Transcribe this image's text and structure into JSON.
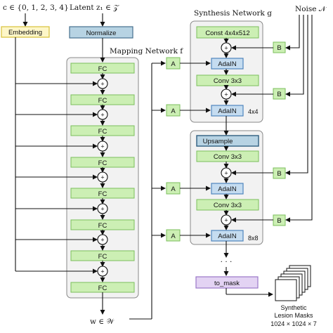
{
  "labels": {
    "class_input": "c ∈ {0, 1, 2, 3, 4}",
    "latent_input": "Latent z₁ ∈ 𝒵",
    "mapping_title": "Mapping Network f",
    "synthesis_title": "Synthesis Network g",
    "noise": "Noise 𝒩",
    "w_output": "w ∈ 𝒲",
    "output_caption_line1": "Synthetic",
    "output_caption_line2": "Lesion Masks",
    "output_caption_line3": "1024 × 1024 × 7",
    "ellipsis": "· · ·"
  },
  "boxes": {
    "embedding": "Embedding",
    "normalize": "Normalize",
    "fc": "FC",
    "const": "Const 4x4x512",
    "adain": "AdaIN",
    "conv": "Conv 3x3",
    "upsample": "Upsample",
    "to_mask": "to_mask",
    "affine": "A",
    "noise_b": "B",
    "res_4": "4x4",
    "res_8": "8x8",
    "plus": "+"
  },
  "colors": {
    "embedding_fill": "#fdf6c8",
    "embedding_stroke": "#d8c23a",
    "normalize_fill": "#b7d3e3",
    "normalize_stroke": "#46708e",
    "fc_fill": "#ccefb4",
    "fc_stroke": "#7bbf5c",
    "adain_fill": "#c5dcf0",
    "adain_stroke": "#4f86bd",
    "upsample_fill": "#b7d3e3",
    "upsample_stroke": "#2f5f80",
    "tomask_fill": "#e3d3f3",
    "tomask_stroke": "#9a77c8",
    "panel_fill": "#f2f2f2",
    "panel_stroke": "#888888"
  }
}
